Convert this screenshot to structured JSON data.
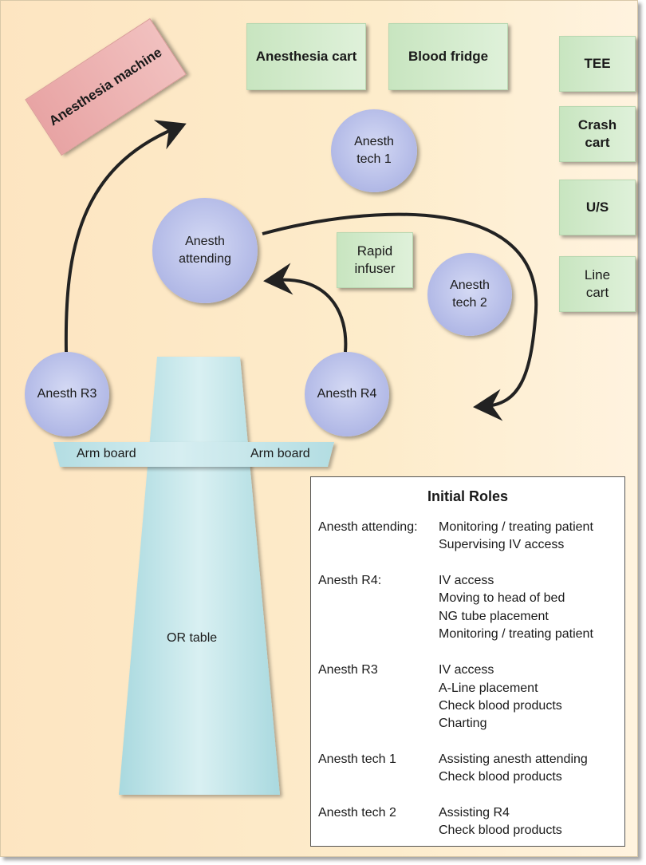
{
  "equipment": {
    "anesthesia_machine": "Anesthesia machine",
    "anesthesia_cart": "Anesthesia cart",
    "blood_fridge": "Blood fridge",
    "tee": "TEE",
    "crash_cart_line1": "Crash",
    "crash_cart_line2": "cart",
    "us": "U/S",
    "line_cart_line1": "Line",
    "line_cart_line2": "cart",
    "rapid_infuser_line1": "Rapid",
    "rapid_infuser_line2": "infuser"
  },
  "people": {
    "tech1_line1": "Anesth",
    "tech1_line2": "tech 1",
    "attending_line1": "Anesth",
    "attending_line2": "attending",
    "tech2_line1": "Anesth",
    "tech2_line2": "tech 2",
    "r3": "Anesth R3",
    "r4": "Anesth R4"
  },
  "table": {
    "arm_board_left": "Arm board",
    "arm_board_right": "Arm board",
    "or_table": "OR table"
  },
  "roles": {
    "title": "Initial Roles",
    "entries": [
      {
        "role": "Anesth attending:",
        "tasks": [
          "Monitoring / treating patient",
          "Supervising IV access"
        ]
      },
      {
        "role": "Anesth R4:",
        "tasks": [
          "IV access",
          "Moving to head of bed",
          "NG tube placement",
          "Monitoring / treating patient"
        ]
      },
      {
        "role": "Anesth R3",
        "tasks": [
          "IV access",
          "A-Line placement",
          "Check blood products",
          "Charting"
        ]
      },
      {
        "role": "Anesth tech 1",
        "tasks": [
          "Assisting anesth attending",
          "Check blood products"
        ]
      },
      {
        "role": "Anesth tech 2",
        "tasks": [
          "Assisting R4",
          "Check blood products"
        ]
      }
    ]
  },
  "colors": {
    "background": "#fde5c1",
    "equipment_green": "#d4ebcd",
    "machine_pink": "#eab1b0",
    "person_blue": "#b6bde8",
    "table_cyan": "#bfe4e8",
    "arrow": "#222222"
  }
}
